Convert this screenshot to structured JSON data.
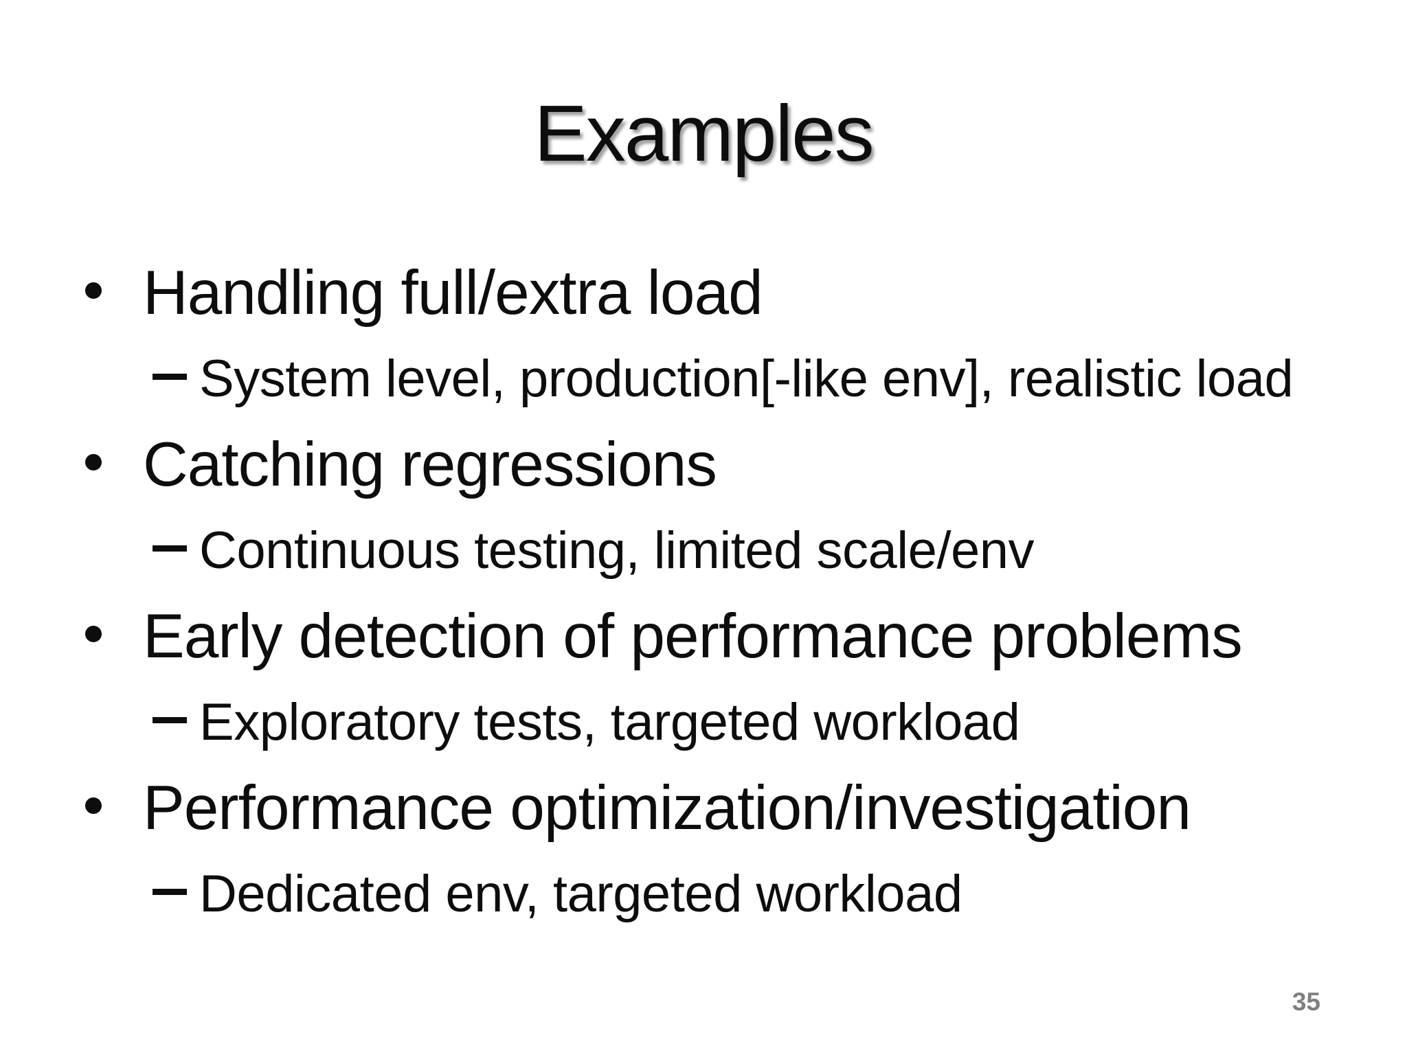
{
  "slide": {
    "title": "Examples",
    "bullets": [
      {
        "label": "Handling full/extra load",
        "sub": "System level, production[-like env], realistic load"
      },
      {
        "label": "Catching regressions",
        "sub": "Continuous testing, limited scale/env"
      },
      {
        "label": "Early detection of performance problems",
        "sub": "Exploratory tests, targeted workload"
      },
      {
        "label": "Performance optimization/investigation",
        "sub": "Dedicated env, targeted workload"
      }
    ],
    "page_number": "35",
    "colors": {
      "background": "#ffffff",
      "text": "#0d0d0d",
      "page_number": "#7f7f7f"
    }
  }
}
